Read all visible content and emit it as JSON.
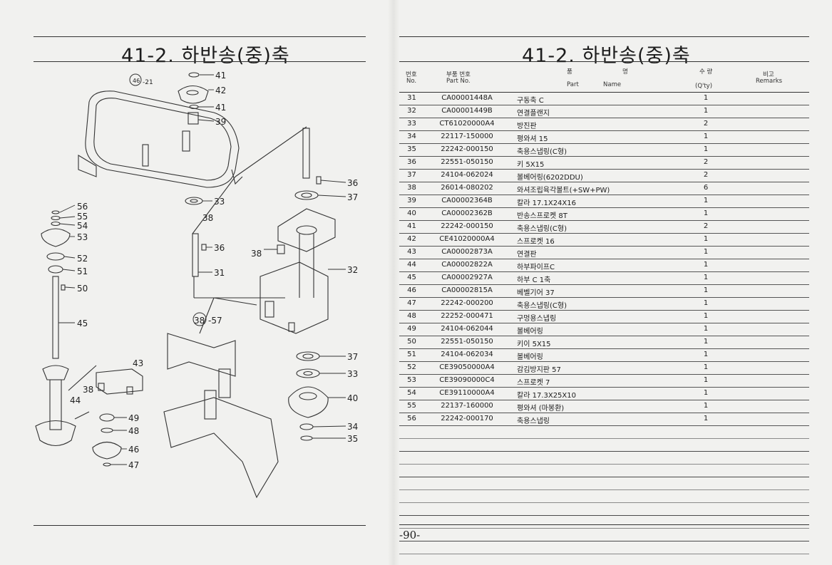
{
  "left": {
    "title": "41-2. 하반송(중)축",
    "diagram_labels": {
      "l46": "46",
      "l21": "-21",
      "l41a": "41",
      "l42": "42",
      "l41b": "41",
      "l39": "39",
      "l36a": "36",
      "l37a": "37",
      "l33a": "33",
      "l38a": "38",
      "l36b": "36",
      "l31": "31",
      "l38b": "38",
      "l32": "32",
      "l38c": "38",
      "l57": "-57",
      "l37b": "37",
      "l33b": "33",
      "l40": "40",
      "l34": "34",
      "l35": "35",
      "l56": "56",
      "l55": "55",
      "l54": "54",
      "l53": "53",
      "l52": "52",
      "l51": "51",
      "l50": "50",
      "l45": "45",
      "l43": "43",
      "l38d": "38",
      "l44": "44",
      "l49": "49",
      "l48": "48",
      "l46b": "46",
      "l47": "47"
    }
  },
  "right": {
    "title": "41-2. 하반송(중)축",
    "header": {
      "no_ko": "번호",
      "no_en": "No.",
      "part_ko": "부품 번호",
      "part_en": "Part  No.",
      "name_ko_1": "품",
      "name_ko_2": "명",
      "name_en_1": "Part",
      "name_en_2": "Name",
      "qty_ko": "수  량",
      "qty_en": "(Q'ty)",
      "remarks_ko": "비고",
      "remarks_en": "Remarks"
    },
    "rows": [
      {
        "no": "31",
        "part": "CA00001448A",
        "name": "구동축 C",
        "qty": "1"
      },
      {
        "no": "32",
        "part": "CA00001449B",
        "name": "연결플랜지",
        "qty": "1"
      },
      {
        "no": "33",
        "part": "CT61020000A4",
        "name": "방진판",
        "qty": "2"
      },
      {
        "no": "34",
        "part": "22117-150000",
        "name": "평와셔 15",
        "qty": "1"
      },
      {
        "no": "35",
        "part": "22242-000150",
        "name": "축용스냅링(C형)",
        "qty": "1"
      },
      {
        "no": "36",
        "part": "22551-050150",
        "name": "키 5X15",
        "qty": "2"
      },
      {
        "no": "37",
        "part": "24104-062024",
        "name": "볼베어링(6202DDU)",
        "qty": "2"
      },
      {
        "no": "38",
        "part": "26014-080202",
        "name": "와셔조립육각볼트(+SW+PW)",
        "qty": "6"
      },
      {
        "no": "39",
        "part": "CA00002364B",
        "name": "칼라 17.1X24X16",
        "qty": "1"
      },
      {
        "no": "40",
        "part": "CA00002362B",
        "name": "반송스프로켓 8T",
        "qty": "1"
      },
      {
        "no": "41",
        "part": "22242-000150",
        "name": "축용스냅링(C형)",
        "qty": "2"
      },
      {
        "no": "42",
        "part": "CE41020000A4",
        "name": "스프로켓 16",
        "qty": "1"
      },
      {
        "no": "43",
        "part": "CA00002873A",
        "name": "연결판",
        "qty": "1"
      },
      {
        "no": "44",
        "part": "CA00002822A",
        "name": "하부파이프C",
        "qty": "1"
      },
      {
        "no": "45",
        "part": "CA00002927A",
        "name": "하부 C 1축",
        "qty": "1"
      },
      {
        "no": "46",
        "part": "CA00002815A",
        "name": "베벨기어 37",
        "qty": "1"
      },
      {
        "no": "47",
        "part": "22242-000200",
        "name": "축용스냅링(C형)",
        "qty": "1"
      },
      {
        "no": "48",
        "part": "22252-000471",
        "name": "구멍용스냅링",
        "qty": "1"
      },
      {
        "no": "49",
        "part": "24104-062044",
        "name": "볼베어링",
        "qty": "1"
      },
      {
        "no": "50",
        "part": "22551-050150",
        "name": "키이 5X15",
        "qty": "1"
      },
      {
        "no": "51",
        "part": "24104-062034",
        "name": "볼베어링",
        "qty": "1"
      },
      {
        "no": "52",
        "part": "CE39050000A4",
        "name": "감김방지판 57",
        "qty": "1"
      },
      {
        "no": "53",
        "part": "CE39090000C4",
        "name": "스프로켓 7",
        "qty": "1"
      },
      {
        "no": "54",
        "part": "CE39110000A4",
        "name": "칼라 17.3X25X10",
        "qty": "1"
      },
      {
        "no": "55",
        "part": "22137-160000",
        "name": "평와셔 (마봉환)",
        "qty": "1"
      },
      {
        "no": "56",
        "part": "22242-000170",
        "name": "축용스냅링",
        "qty": "1"
      }
    ],
    "page_number": "-90-"
  }
}
